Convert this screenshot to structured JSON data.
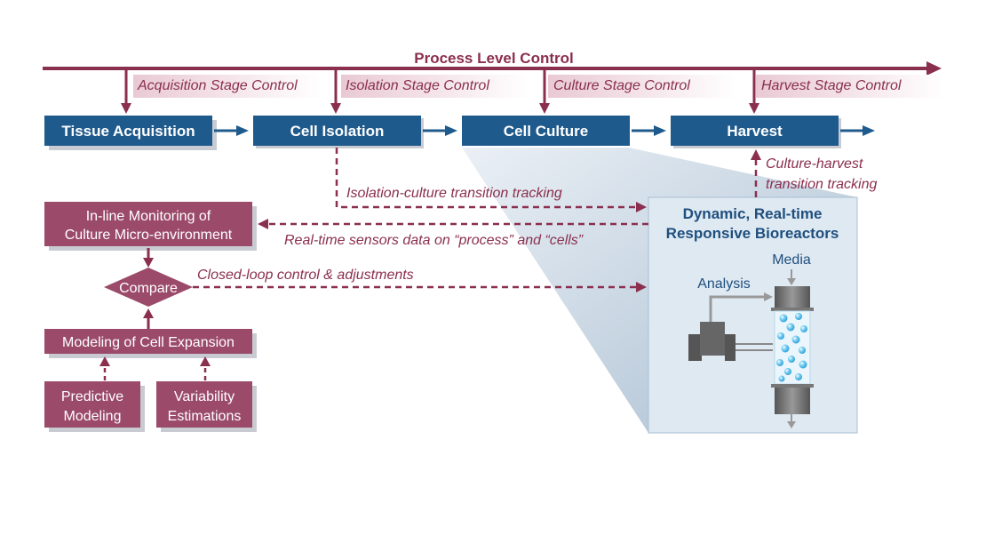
{
  "title": "Process Level Control",
  "stage_controls": [
    "Acquisition Stage Control",
    "Isolation Stage Control",
    "Culture Stage Control",
    "Harvest Stage Control"
  ],
  "stages": [
    "Tissue Acquisition",
    "Cell Isolation",
    "Cell Culture",
    "Harvest"
  ],
  "transitions": {
    "isolation_culture": "Isolation-culture transition tracking",
    "culture_harvest_line1": "Culture-harvest",
    "culture_harvest_line2": "transition tracking"
  },
  "monitoring": {
    "line1": "In-line Monitoring of",
    "line2": "Culture Micro-environment"
  },
  "sensors_label": "Real-time sensors data on “process” and “cells”",
  "compare_label": "Compare",
  "closed_loop_label": "Closed-loop control & adjustments",
  "modeling_label": "Modeling of Cell Expansion",
  "inputs": {
    "predictive_line1": "Predictive",
    "predictive_line2": "Modeling",
    "variability_line1": "Variability",
    "variability_line2": "Estimations"
  },
  "bioreactor": {
    "title_line1": "Dynamic, Real-time",
    "title_line2": "Responsive Bioreactors",
    "media_label": "Media",
    "analysis_label": "Analysis"
  },
  "colors": {
    "maroon": "#8a2f4e",
    "blue_box": "#1f5a8c",
    "pink_box": "#9b4a69",
    "panel": "#dfe9f2",
    "bubble": "#6fc6ef"
  }
}
